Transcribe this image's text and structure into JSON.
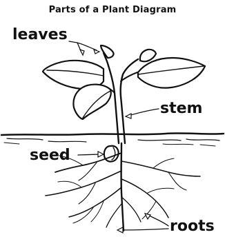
{
  "title": "Parts of a Plant Diagram",
  "labels": {
    "leaves": "leaves",
    "stem": "stem",
    "seed": "seed",
    "roots": "roots"
  }
}
